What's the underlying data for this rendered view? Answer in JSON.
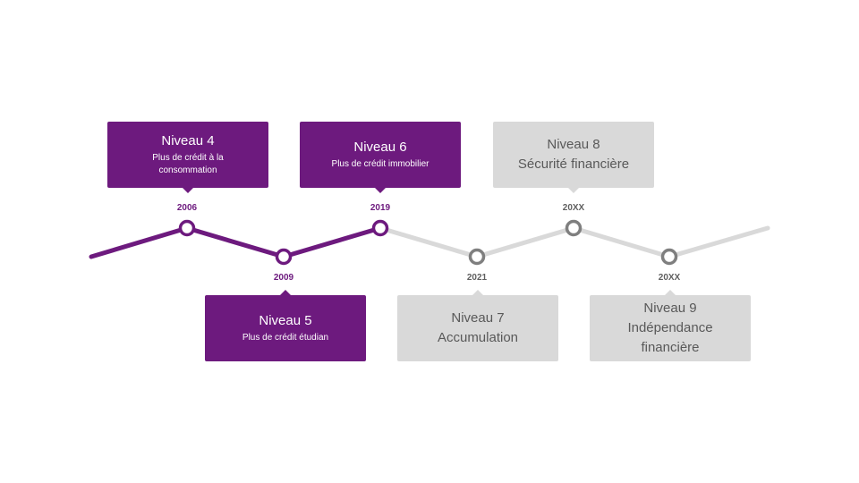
{
  "colors": {
    "active": "#6d1a7e",
    "future": "#d9d9d9",
    "future_marker": "#7f7f7f"
  },
  "milestones": [
    {
      "year": "2006",
      "title": "Niveau 4",
      "subtitle": "Plus de crédit à la consommation",
      "status": "active",
      "position": "top"
    },
    {
      "year": "2009",
      "title": "Niveau 5",
      "subtitle": "Plus de crédit étudian",
      "status": "active",
      "position": "bottom"
    },
    {
      "year": "2019",
      "title": "Niveau 6",
      "subtitle": "Plus de crédit immobilier",
      "status": "active",
      "position": "top"
    },
    {
      "year": "2021",
      "title": "Niveau 7",
      "subtitle": "Accumulation",
      "status": "future",
      "position": "bottom"
    },
    {
      "year": "20XX",
      "title": "Niveau 8",
      "subtitle": "Sécurité financière",
      "status": "future",
      "position": "top"
    },
    {
      "year": "20XX",
      "title": "Niveau 9",
      "subtitle": "Indépendance financière",
      "status": "future",
      "position": "bottom"
    }
  ]
}
